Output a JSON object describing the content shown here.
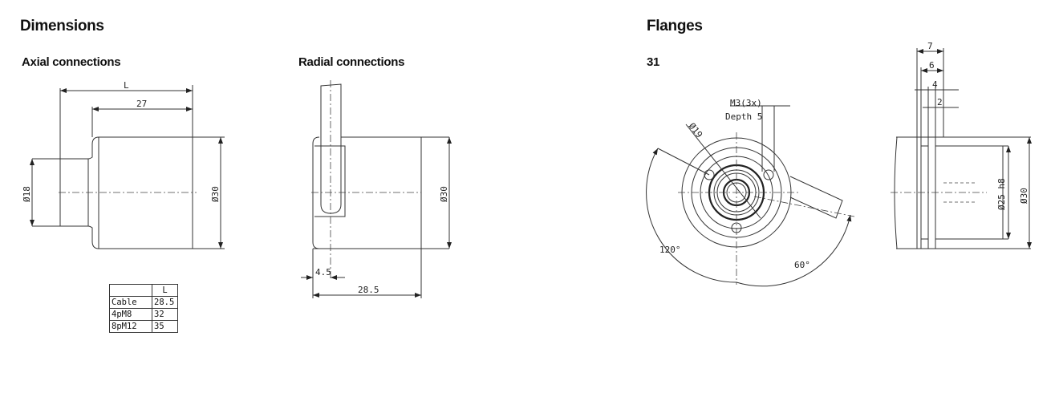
{
  "headings": {
    "dimensions": "Dimensions",
    "flanges": "Flanges",
    "axial": "Axial connections",
    "radial": "Radial connections",
    "flange_id": "31"
  },
  "axial": {
    "dim_L": "L",
    "dim_27": "27",
    "dim_d18": "Ø18",
    "dim_d30": "Ø30"
  },
  "radial": {
    "dim_d30": "Ø30",
    "dim_4_5": "4.5",
    "dim_28_5": "28.5"
  },
  "table": {
    "header": [
      "",
      "L"
    ],
    "rows": [
      [
        "Cable",
        "28.5"
      ],
      [
        "4pM8",
        "32"
      ],
      [
        "8pM12",
        "35"
      ]
    ]
  },
  "flange_front": {
    "thread": "M3(3x)",
    "depth": "Depth 5",
    "dim_d19": "Ø19",
    "angle_120": "120°",
    "angle_60": "60°"
  },
  "flange_side": {
    "dim_7": "7",
    "dim_6": "6",
    "dim_4": "4",
    "dim_2": "2",
    "dim_d25h8": "Ø25 h8",
    "dim_d30": "Ø30"
  }
}
